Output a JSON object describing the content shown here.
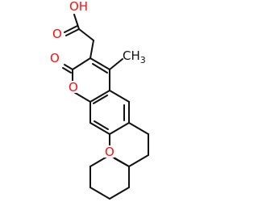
{
  "labels": {
    "hydroxyl": "OH",
    "carbonyl_acid": "O",
    "carbonyl_lactone": "O",
    "ring_oxygen_lactone": "O",
    "ring_oxygen_ether": "O",
    "methyl": "CH"
  },
  "methyl_subscript": "3",
  "colors": {
    "oxygen": "#ff0d0d",
    "bond": "#111111",
    "background": "#ffffff"
  }
}
